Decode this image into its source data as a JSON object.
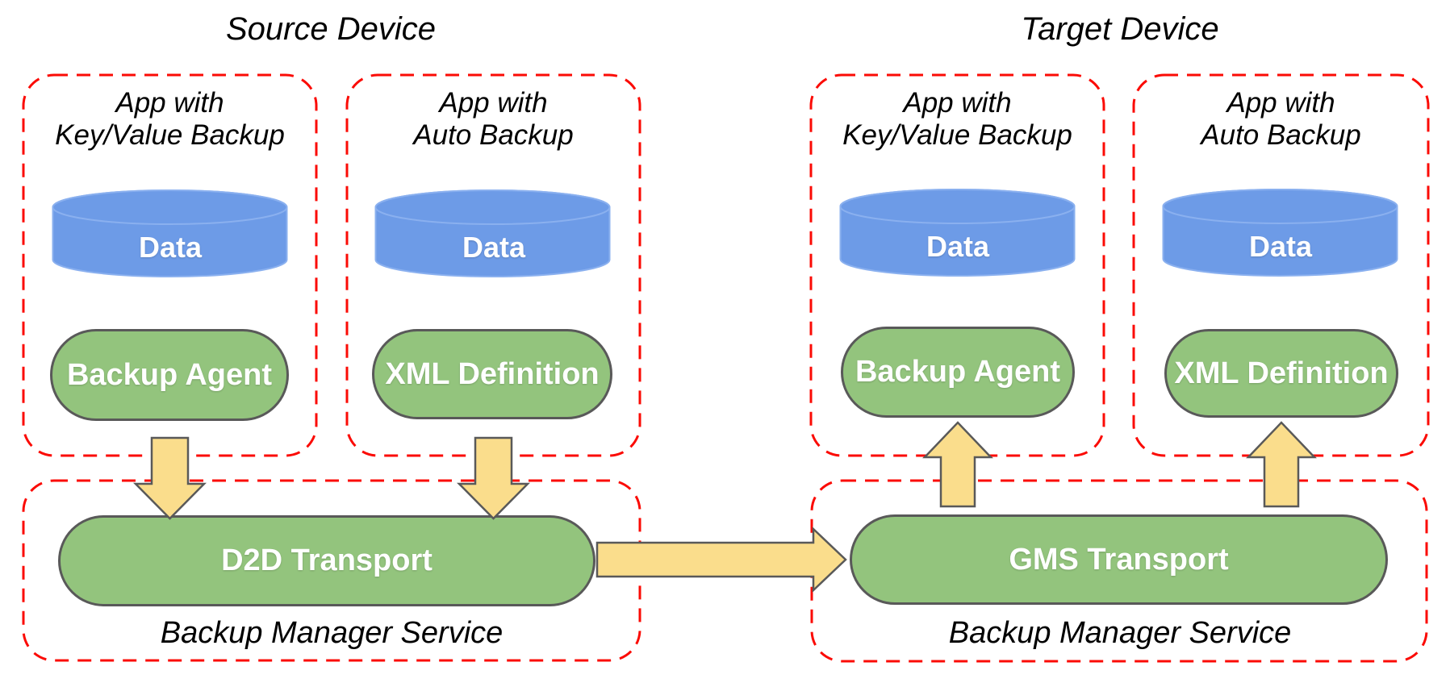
{
  "colors": {
    "boundary_red": "#FB0B05",
    "pill_green": "#93C47D",
    "cylinder_blue_fill": "#6D9BE7",
    "cylinder_blue_stroke": "#8AB0EF",
    "arrow_yellow": "#FADD8C",
    "outline_gray": "#595959",
    "text_black": "#000000",
    "text_white": "#FFFFFF"
  },
  "source_device": {
    "title": "Source Device",
    "apps": [
      {
        "name_line1": "App with",
        "name_line2": "Key/Value Backup",
        "datastore": "Data",
        "component": "Backup Agent"
      },
      {
        "name_line1": "App with",
        "name_line2": "Auto Backup",
        "datastore": "Data",
        "component": "XML Definition"
      }
    ],
    "backup_manager": {
      "transport": "D2D Transport",
      "service_label": "Backup Manager Service"
    }
  },
  "target_device": {
    "title": "Target Device",
    "apps": [
      {
        "name_line1": "App with",
        "name_line2": "Key/Value Backup",
        "datastore": "Data",
        "component": "Backup Agent"
      },
      {
        "name_line1": "App with",
        "name_line2": "Auto Backup",
        "datastore": "Data",
        "component": "XML Definition"
      }
    ],
    "backup_manager": {
      "transport": "GMS Transport",
      "service_label": "Backup Manager Service"
    }
  }
}
